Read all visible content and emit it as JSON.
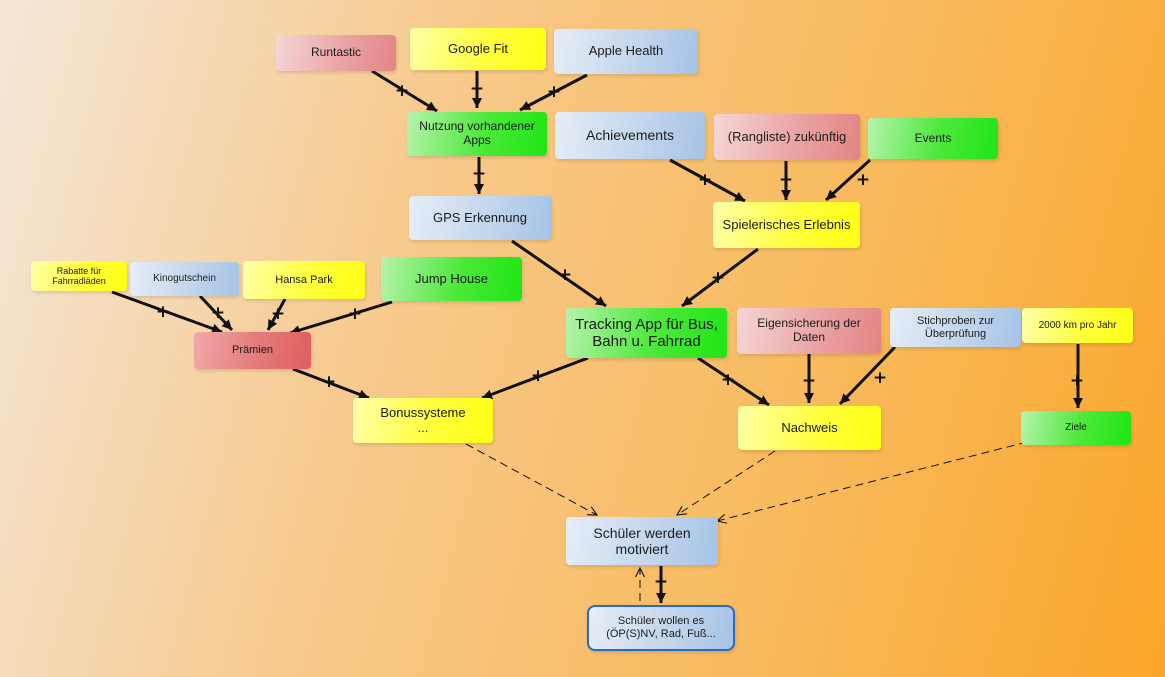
{
  "diagram": {
    "nodes": [
      {
        "id": "runtastic",
        "text": "Runtastic",
        "color": "red"
      },
      {
        "id": "googlefit",
        "text": "Google Fit",
        "color": "yellow"
      },
      {
        "id": "applehealth",
        "text": "Apple Health",
        "color": "blue"
      },
      {
        "id": "nutzung",
        "text": "Nutzung vorhandener\nApps",
        "color": "green"
      },
      {
        "id": "achievements",
        "text": "Achievements",
        "color": "blue"
      },
      {
        "id": "rangliste",
        "text": "(Rangliste) zukünftig",
        "color": "red"
      },
      {
        "id": "events",
        "text": "Events",
        "color": "green"
      },
      {
        "id": "gps",
        "text": "GPS Erkennung",
        "color": "blue"
      },
      {
        "id": "spielerisch",
        "text": "Spielerisches Erlebnis",
        "color": "yellow"
      },
      {
        "id": "rabatte",
        "text": "Rabatte für\nFahrradläden",
        "color": "yellow"
      },
      {
        "id": "kino",
        "text": "Kinogutschein",
        "color": "blue"
      },
      {
        "id": "hansa",
        "text": "Hansa Park",
        "color": "yellow"
      },
      {
        "id": "jump",
        "text": "Jump House",
        "color": "green"
      },
      {
        "id": "tracking",
        "text": "Tracking App für Bus,\nBahn u. Fahrrad",
        "color": "green"
      },
      {
        "id": "eigen",
        "text": "Eigensicherung der\nDaten",
        "color": "red"
      },
      {
        "id": "stich",
        "text": "Stichproben zur\nÜberprüfung",
        "color": "blue"
      },
      {
        "id": "km",
        "text": "2000 km pro Jahr",
        "color": "yellow"
      },
      {
        "id": "praemien",
        "text": "Prämien",
        "color": "darkred"
      },
      {
        "id": "bonus",
        "text": "Bonussysteme\n...",
        "color": "yellow"
      },
      {
        "id": "nachweis",
        "text": "Nachweis",
        "color": "yellow"
      },
      {
        "id": "ziele",
        "text": "Ziele",
        "color": "green"
      },
      {
        "id": "schueler",
        "text": "Schüler werden\nmotiviert",
        "color": "blue"
      },
      {
        "id": "wollen",
        "text": "Schüler wollen es\n(ÖP(S)NV, Rad, Fuß...",
        "color": "blue",
        "outlined": true
      }
    ],
    "edges": [
      {
        "from": "runtastic",
        "to": "nutzung",
        "label": "+",
        "style": "solid"
      },
      {
        "from": "googlefit",
        "to": "nutzung",
        "label": "+",
        "style": "solid"
      },
      {
        "from": "applehealth",
        "to": "nutzung",
        "label": "+",
        "style": "solid"
      },
      {
        "from": "nutzung",
        "to": "gps",
        "label": "+",
        "style": "solid"
      },
      {
        "from": "achievements",
        "to": "spielerisch",
        "label": "+",
        "style": "solid"
      },
      {
        "from": "rangliste",
        "to": "spielerisch",
        "label": "+",
        "style": "solid"
      },
      {
        "from": "events",
        "to": "spielerisch",
        "label": "+",
        "style": "solid"
      },
      {
        "from": "gps",
        "to": "tracking",
        "label": "+",
        "style": "solid"
      },
      {
        "from": "spielerisch",
        "to": "tracking",
        "label": "+",
        "style": "solid"
      },
      {
        "from": "rabatte",
        "to": "praemien",
        "label": "+",
        "style": "solid"
      },
      {
        "from": "kino",
        "to": "praemien",
        "label": "+",
        "style": "solid"
      },
      {
        "from": "hansa",
        "to": "praemien",
        "label": "+",
        "style": "solid"
      },
      {
        "from": "jump",
        "to": "praemien",
        "label": "+",
        "style": "solid"
      },
      {
        "from": "praemien",
        "to": "bonus",
        "label": "+",
        "style": "solid"
      },
      {
        "from": "tracking",
        "to": "bonus",
        "label": "+",
        "style": "solid"
      },
      {
        "from": "tracking",
        "to": "nachweis",
        "label": "+",
        "style": "solid"
      },
      {
        "from": "eigen",
        "to": "nachweis",
        "label": "+",
        "style": "solid"
      },
      {
        "from": "stich",
        "to": "nachweis",
        "label": "+",
        "style": "solid"
      },
      {
        "from": "km",
        "to": "ziele",
        "label": "+",
        "style": "solid"
      },
      {
        "from": "bonus",
        "to": "schueler",
        "label": "",
        "style": "dashed"
      },
      {
        "from": "nachweis",
        "to": "schueler",
        "label": "",
        "style": "dashed"
      },
      {
        "from": "ziele",
        "to": "schueler",
        "label": "",
        "style": "dashed"
      },
      {
        "from": "schueler",
        "to": "wollen",
        "label": "+",
        "style": "solid"
      },
      {
        "from": "wollen",
        "to": "schueler",
        "label": "",
        "style": "dashed"
      }
    ]
  }
}
